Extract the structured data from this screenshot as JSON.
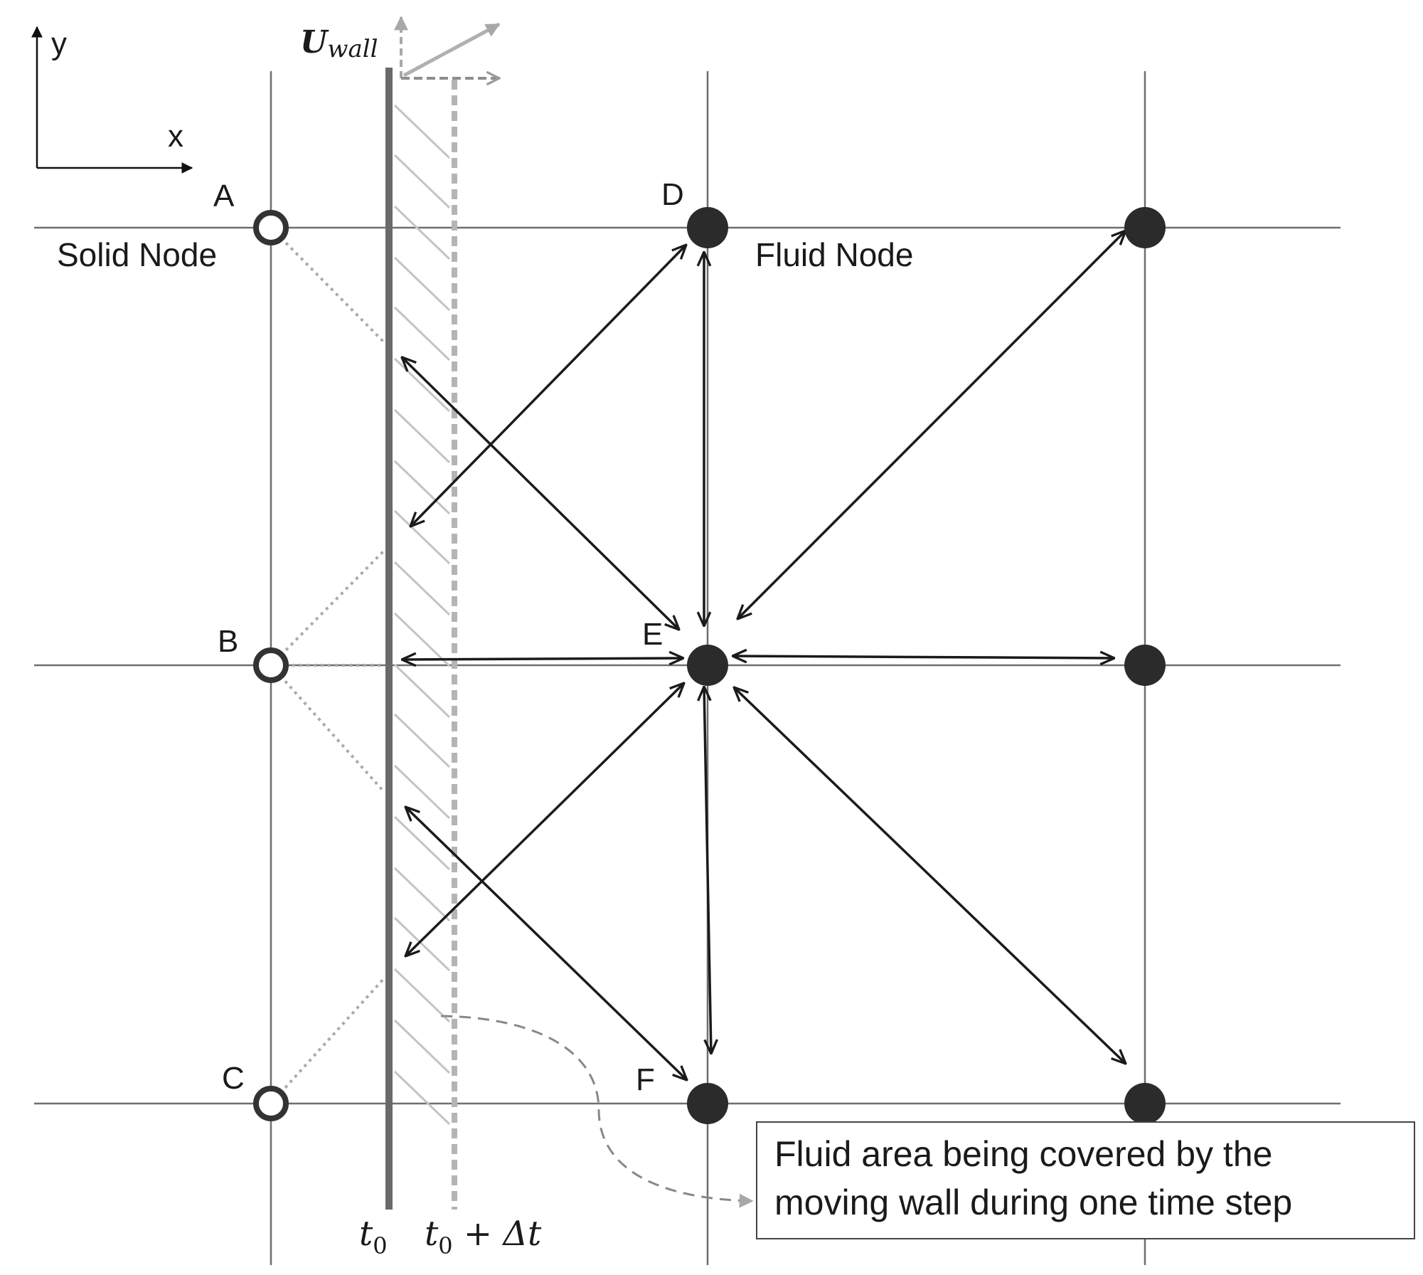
{
  "axes": {
    "x_label": "x",
    "y_label": "y"
  },
  "wall": {
    "velocity_label": "U",
    "velocity_subscript": "wall",
    "t0_label": "t",
    "t0_subscript": "0",
    "t1_label": "t",
    "t1_subscript": "0",
    "t1_suffix": " + Δt"
  },
  "nodes": {
    "A": "A",
    "B": "B",
    "C": "C",
    "D": "D",
    "E": "E",
    "F": "F"
  },
  "legend": {
    "solid_node": "Solid Node",
    "fluid_node": "Fluid Node"
  },
  "note": {
    "line1": "Fluid area being covered by the",
    "line2": "moving wall during one time step"
  },
  "colors": {
    "grid": "#6e6e6e",
    "wall": "#6a6a6a",
    "wall_future": "#b4b4b4",
    "hatch": "#c4c4c4",
    "arrow": "#1a1a1a",
    "fluid_node": "#2b2b2b",
    "solid_node_stroke": "#333333"
  }
}
